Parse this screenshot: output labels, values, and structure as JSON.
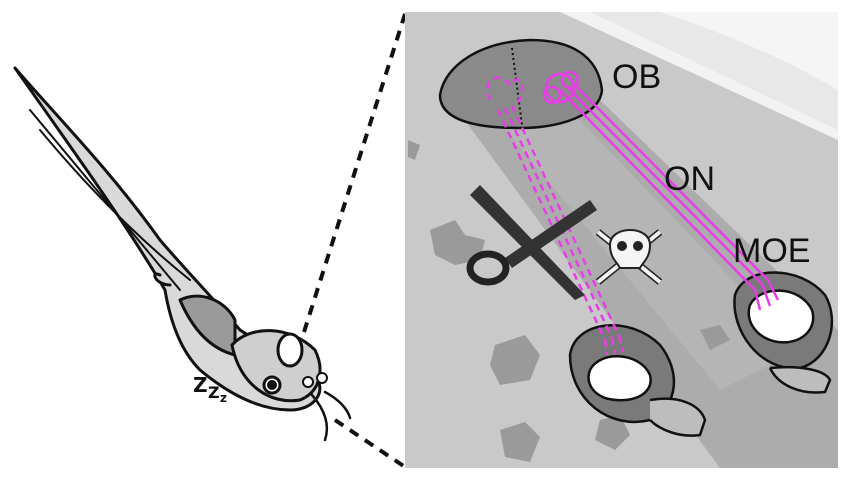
{
  "labels": {
    "ob": "OB",
    "on": "ON",
    "moe": "MOE",
    "sleep": [
      "Z",
      "Z",
      "z"
    ]
  },
  "colors": {
    "nerve": "#e83de8",
    "panel": "#c8c8c8",
    "dark_tissue": "#7a7a7a",
    "light_band": "#a9a9a9"
  }
}
